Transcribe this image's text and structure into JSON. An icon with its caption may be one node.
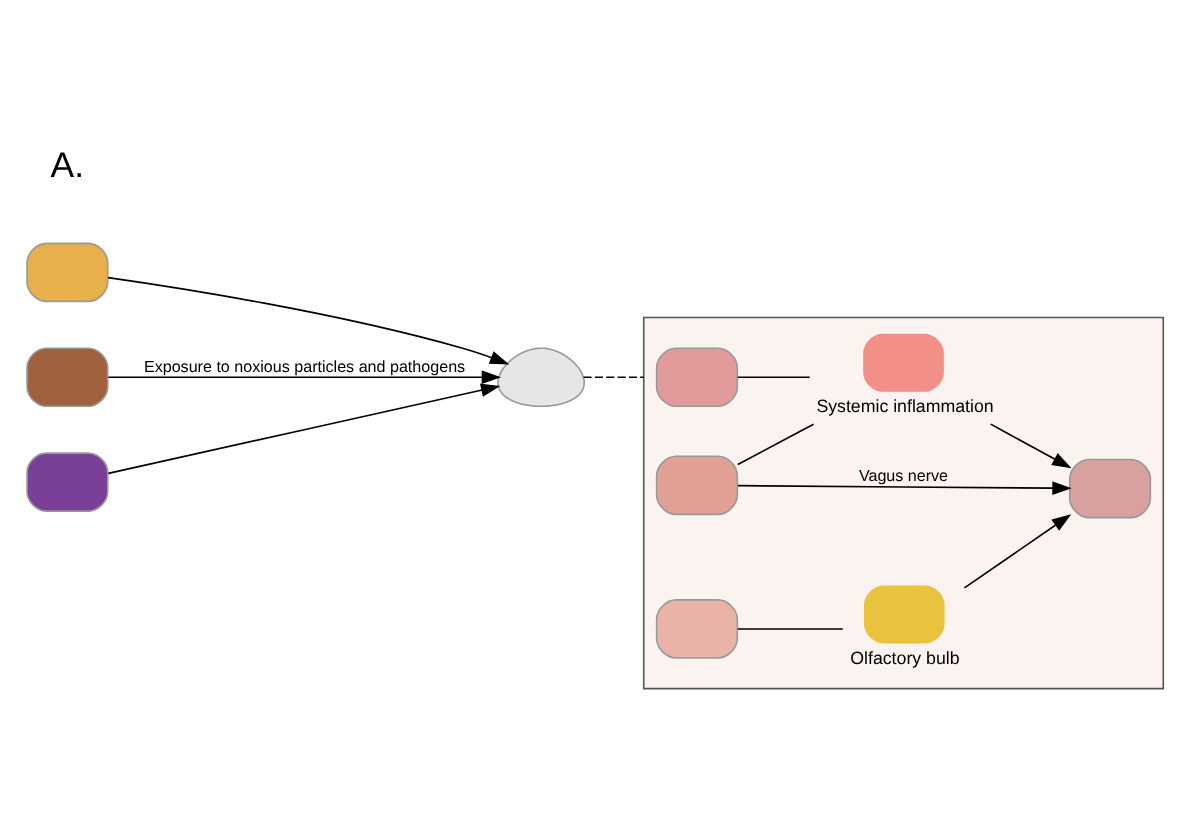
{
  "diagram": {
    "nodes": [
      {
        "text": [],
        "shape": "box"
      },
      {
        "text": [],
        "shape": "box"
      },
      {
        "text": [],
        "shape": "box"
      },
      {
        "text": [],
        "shape": "person"
      },
      {
        "text": [],
        "shape": "box"
      },
      {
        "text": [],
        "shape": "box",
        "in": 4
      },
      {
        "text": [],
        "shape": "box",
        "in": 4
      },
      {
        "text": [],
        "shape": "box",
        "in": 4
      },
      {
        "text": [],
        "shape": "person",
        "in": 4,
        "beside": [
          "Systemic inflammation"
        ]
      },
      {
        "text": [],
        "shape": "box",
        "in": 4,
        "beside": [
          "Olfactory bulb"
        ]
      },
      {
        "text": [],
        "shape": "box",
        "in": 4
      }
    ],
    "edges": [
      {
        "from": 0,
        "to": 3,
        "arrow": "to"
      },
      {
        "from": 1,
        "to": 3,
        "arrow": "to",
        "label": "Exposure to noxious particles and pathogens"
      },
      {
        "from": 2,
        "to": 3,
        "arrow": "to"
      },
      {
        "from": 3,
        "to": 4,
        "arrow": "none",
        "style": "dashed"
      },
      {
        "from": 5,
        "to": 8,
        "arrow": "none"
      },
      {
        "from": 6,
        "to": 8,
        "arrow": "none"
      },
      {
        "from": 6,
        "to": 10,
        "arrow": "to",
        "label": "Vagus nerve"
      },
      {
        "from": 7,
        "to": 9,
        "arrow": "none"
      },
      {
        "from": 8,
        "to": 10,
        "arrow": "to"
      },
      {
        "from": 9,
        "to": 10,
        "arrow": "to"
      }
    ],
    "labels": [
      "A."
    ]
  }
}
